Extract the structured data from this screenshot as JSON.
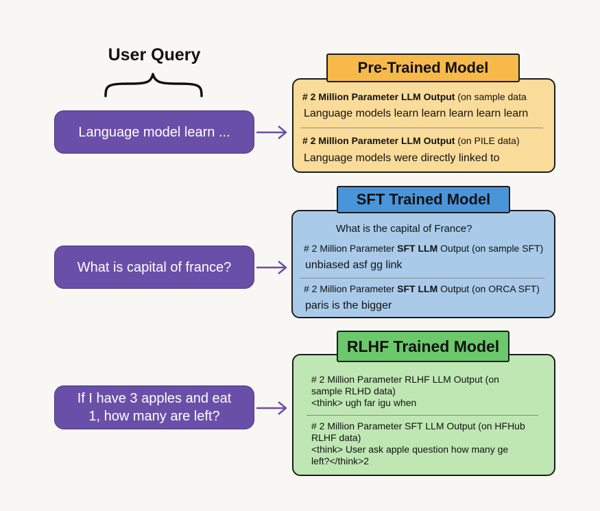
{
  "user_query": {
    "title": "User Query"
  },
  "queries": [
    {
      "text": "Language model learn ..."
    },
    {
      "text": "What is capital of france?"
    },
    {
      "text": "If I have 3 apples and eat 1, how many are left?"
    }
  ],
  "pretrained": {
    "title": "Pre-Trained Model",
    "entry1_label_bold": "# 2 Million Parameter LLM Output",
    "entry1_label_tail": " (on sample data",
    "entry1_output": "Language models learn learn learn learn learn",
    "entry2_label_bold": "# 2 Million Parameter LLM Output",
    "entry2_label_tail": " (on PILE data)",
    "entry2_output": "Language models were directly linked to"
  },
  "sft": {
    "title": "SFT Trained Model",
    "question": "What is the capital of  France?",
    "entry1_label_pre": "# 2 Million Parameter ",
    "entry1_label_bold": "SFT LLM",
    "entry1_label_tail": " Output (on sample SFT)",
    "entry1_output": "unbiased asf gg link",
    "entry2_label_pre": "# 2 Million Parameter ",
    "entry2_label_bold": "SFT LLM",
    "entry2_label_tail": " Output (on ORCA SFT)",
    "entry2_output": "paris is the bigger"
  },
  "rlhf": {
    "title": "RLHF Trained Model",
    "entry1_line1": "# 2 Million Parameter RLHF LLM Output (on",
    "entry1_line2": "sample RLHD data)",
    "entry1_line3": "<think> ugh far igu when",
    "entry2_line1": "# 2 Million Parameter SFT LLM Output (on HFHub",
    "entry2_line2": "RLHF data)",
    "entry2_line3": "<think> User ask apple question how many ge",
    "entry2_line4": "left?</think>2"
  },
  "colors": {
    "query_purple": "#6a4fa9",
    "pretrained_fill": "#fadc9a",
    "pretrained_tag": "#f6b94a",
    "sft_fill": "#a9cbe9",
    "sft_tag": "#4a95d9",
    "rlhf_fill": "#bfe7b3",
    "rlhf_tag": "#6bc86b"
  }
}
